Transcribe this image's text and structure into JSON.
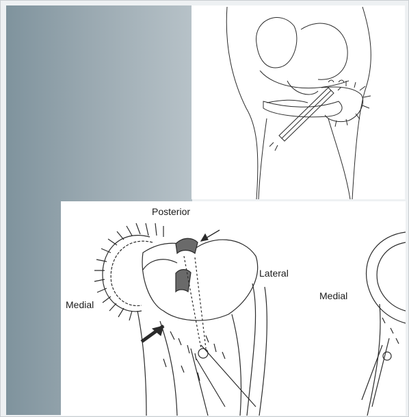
{
  "labels": {
    "posterior": "Posterior",
    "lateral": "Lateral",
    "medial_left": "Medial",
    "medial_right": "Medial"
  },
  "colors": {
    "panel_gradient_dark": "#7f939d",
    "panel_gradient_light": "#b7c2c8",
    "line": "#2a2a2a",
    "paper": "#ffffff"
  }
}
